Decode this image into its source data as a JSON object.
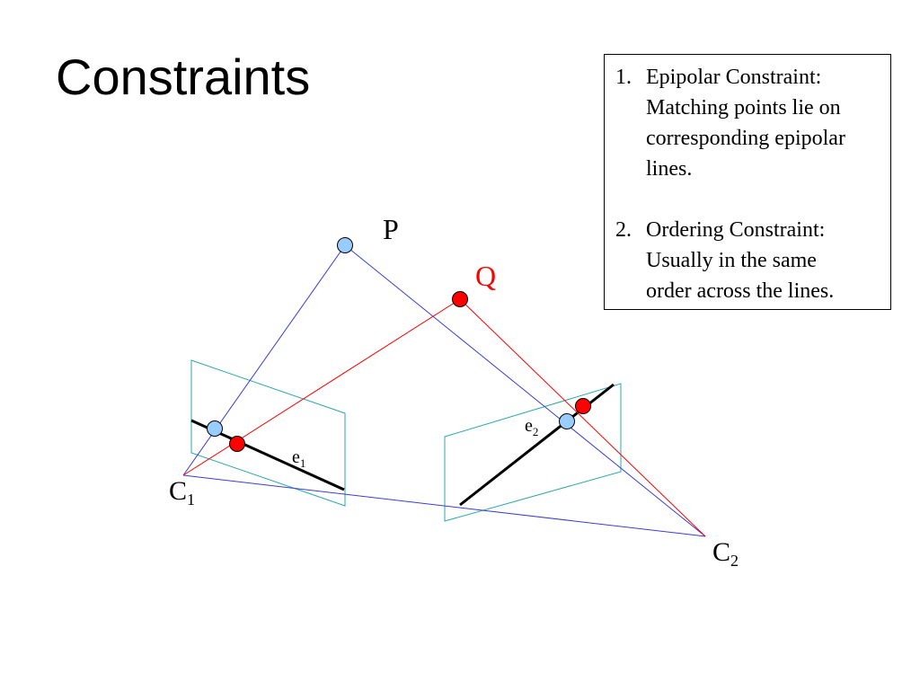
{
  "slide": {
    "title": "Constraints"
  },
  "constraints": [
    {
      "number": "1.",
      "lines": [
        "Epipolar Constraint:",
        "Matching points lie on",
        "corresponding epipolar",
        "lines."
      ]
    },
    {
      "number": "2.",
      "lines": [
        "Ordering Constraint:",
        "Usually in the same",
        "order across the lines."
      ]
    }
  ],
  "diagram": {
    "labels": {
      "P": "P",
      "Q": "Q",
      "C1": "C",
      "C1_sub": "1",
      "C2": "C",
      "C2_sub": "2",
      "e1": "e",
      "e1_sub": "1",
      "e2": "e",
      "e2_sub": "2"
    },
    "colors": {
      "P_rays": "#3b3bd6",
      "Q_rays": "#ff0000",
      "baseline": "#3b3bd6",
      "image_planes": "#2aa8a8",
      "epipolar_lines": "#000000",
      "P_points": "#99ccff",
      "Q_points": "#ff0000",
      "Q_label": "#ff0000"
    }
  }
}
